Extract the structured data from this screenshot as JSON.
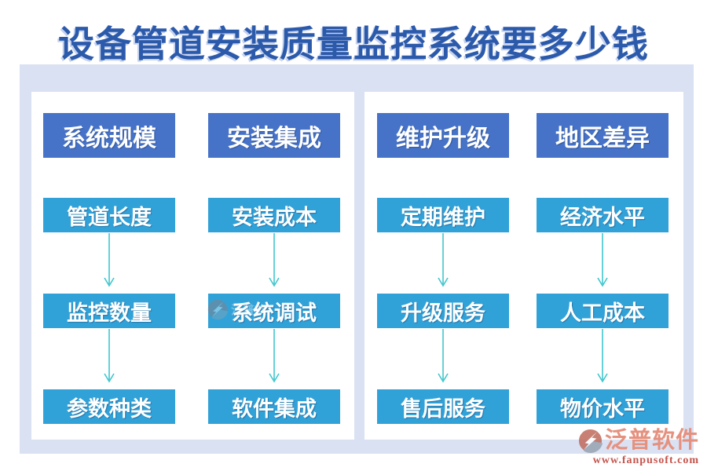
{
  "title": "设备管道安装质量监控系统要多少钱",
  "colors": {
    "title_blue": "#2c5aab",
    "background_tint": "#d9e1f3",
    "header_box": "#4673c8",
    "item_box": "#31a2d8",
    "arrow_teal": "#3fc6cd",
    "brand_coral": "#e5917f",
    "brand_url_red": "#c5544c"
  },
  "panels": [
    {
      "columns": [
        {
          "header": "系统规模",
          "items": [
            "管道长度",
            "监控数量",
            "参数种类"
          ]
        },
        {
          "header": "安装集成",
          "items": [
            "安装成本",
            "系统调试",
            "软件集成"
          ]
        }
      ]
    },
    {
      "columns": [
        {
          "header": "维护升级",
          "items": [
            "定期维护",
            "升级服务",
            "售后服务"
          ]
        },
        {
          "header": "地区差异",
          "items": [
            "经济水平",
            "人工成本",
            "物价水平"
          ]
        }
      ]
    }
  ],
  "icons": {
    "down_arrow": "teal-thin-line-chevron",
    "brand_logo": "fanpu-circle-swoosh"
  },
  "watermark": {
    "center_text": "泛普软",
    "brand_name": "泛普软件",
    "brand_url": "www.fanpusoft.com"
  }
}
